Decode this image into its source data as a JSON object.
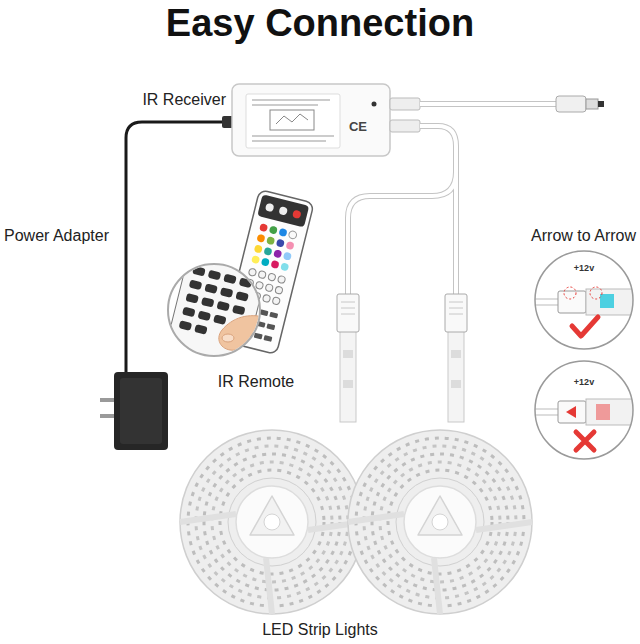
{
  "diagram": {
    "title": "Easy Connection",
    "nodes": [
      {
        "text": [
          "+12v"
        ]
      },
      {
        "text": [
          "+12v"
        ]
      }
    ],
    "labels": [
      "IR Receiver",
      "Power Adapter",
      "CE",
      "Arrow to Arrow",
      "IR Remote",
      "LED Strip Lights"
    ]
  }
}
